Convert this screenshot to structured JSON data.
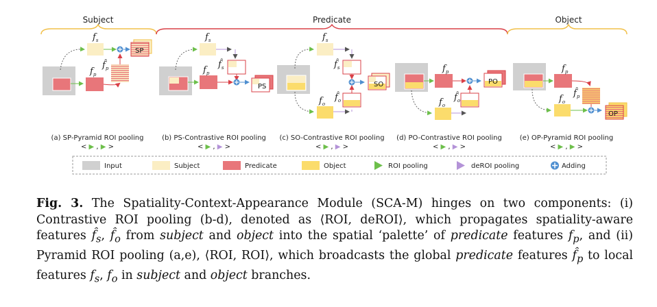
{
  "groups": {
    "subject": "Subject",
    "predicate": "Predicate",
    "object": "Object"
  },
  "panels": [
    {
      "caption": "(a) SP-Pyramid ROI pooling",
      "pair": "< ▶ , ▶ >",
      "tag": "SP"
    },
    {
      "caption": "(b) PS-Contrastive ROI pooling",
      "pair": "< ▶ , ▶ >",
      "tag": "PS"
    },
    {
      "caption": "(c) SO-Contrastive ROI pooling",
      "pair": "< ▶ , ▶ >",
      "tag": "SO"
    },
    {
      "caption": "(d) PO-Contrastive ROI pooling",
      "pair": "< ▶ , ▶ >",
      "tag": "PO"
    },
    {
      "caption": "(e) OP-Pyramid ROI pooling",
      "pair": "< ▶ , ▶ >",
      "tag": "OP"
    }
  ],
  "symbols": {
    "f": "f",
    "fhat": "f̂",
    "s": "s",
    "p": "p",
    "o": "o"
  },
  "legend": {
    "input": "Input",
    "subject": "Subject",
    "predicate": "Predicate",
    "object": "Object",
    "roi": "ROI pooling",
    "deroi": "deROI pooling",
    "adding": "Adding"
  },
  "colors": {
    "input": "#d0d0d0",
    "subject": "#fbeec4",
    "predicate": "#e8767a",
    "object": "#fbdc6c",
    "roi": "#6dbf4b",
    "deroi": "#b493d8",
    "adding": "#4f8fd0",
    "subject_brace": "#f1c04a",
    "predicate_brace": "#d94047",
    "object_brace": "#f1c04a"
  },
  "caption": {
    "figno": "Fig. 3.",
    "text": "The Spatiality-Context-Appearance Module (SCA-M) hinges on two components: (i) Contrastive ROI pooling (b-d), denoted as ⟨ROI, deROI⟩, which propagates spatiality-aware features f̂s, f̂o from subject and object into the spatial ‘palette’ of predicate features fp, and (ii) Pyramid ROI pooling (a,e), ⟨ROI, ROI⟩, which broadcasts the global predicate features f̂p to local features fs, fo in subject and object branches."
  }
}
